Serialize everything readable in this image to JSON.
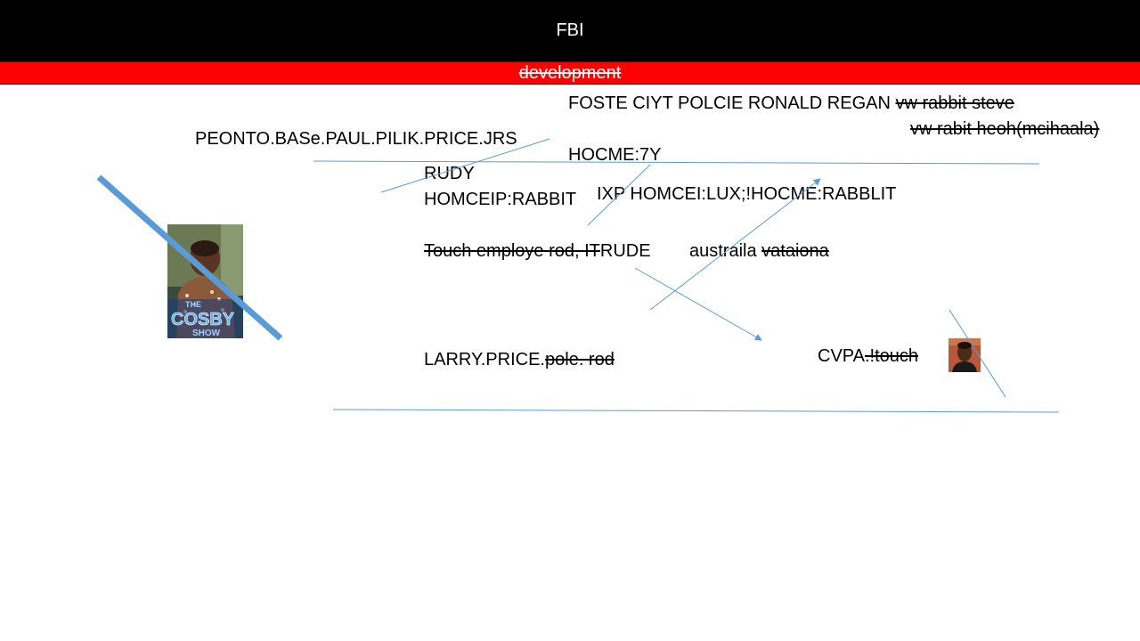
{
  "header": {
    "title": "FBI"
  },
  "banner": {
    "label": "development"
  },
  "notes": {
    "foste_line": "FOSTE CIYT POLCIE RONALD REGAN",
    "foste_strike": "vw rabbit steve",
    "vw_rabit_strike": "vw rabit heoh(mcihaala)",
    "peonto": "PEONTO.BASe.PAUL.PILIK.PRICE.JRS",
    "hocme": "HOCME:7Y",
    "rudy": "RUDY",
    "homceip": "HOMCEIP:RABBIT",
    "ixp": "IXP HOMCEI:LUX;!HOCME:RABBLIT",
    "touch_strike": "Touch employe rod, IT",
    "rude": "RUDE",
    "australia": "austraila",
    "vataiona_strike": "vataiona",
    "larry": "LARRY.PRICE.",
    "larry_strike": "pole. rod",
    "cvpa": "CVPA",
    "cvpa_strike": ".!touch"
  },
  "images": {
    "poster": {
      "title_line1": "THE",
      "title_line2": "COSBY",
      "title_line3": "SHOW"
    }
  },
  "colors": {
    "title_bar": "#000000",
    "banner": "#ff0000",
    "connector": "#5b9bd5"
  }
}
